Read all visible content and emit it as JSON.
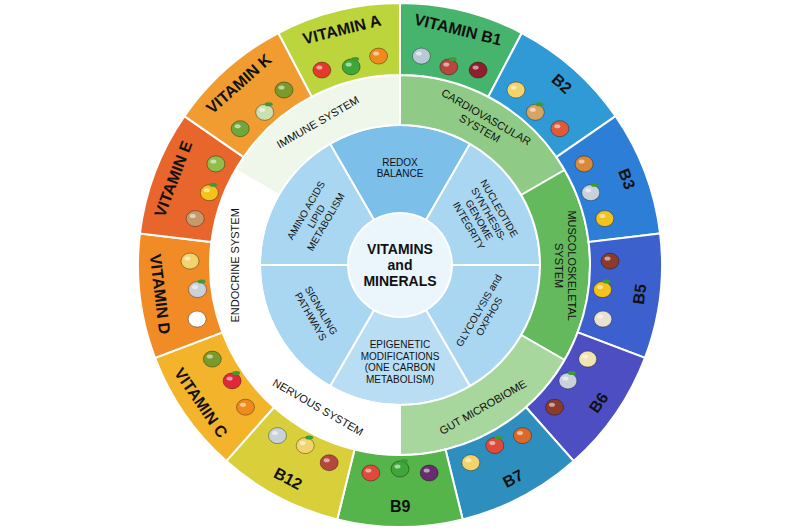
{
  "diagram": {
    "nodes": [
      {
        "text": [
          "VITAMINS and MINERALS"
        ]
      },
      {
        "text": [
          "REDOX BALANCE"
        ]
      },
      {
        "text": [
          "NUCLEOTIDE SYNTHESIS- GENOME INTEGRITY"
        ]
      },
      {
        "text": [
          "GLYCOLYSIS and OXPHOS"
        ]
      },
      {
        "text": [
          "EPIGENETIC MODIFICATIONS (ONE CARBON METABOLISM)"
        ]
      },
      {
        "text": [
          "SIGNALING PATHWAYS"
        ]
      },
      {
        "text": [
          "AMINO ACIDS LIPID METABOLISM"
        ]
      },
      {
        "text": [
          "IMMUNE SYSTEM"
        ]
      },
      {
        "text": [
          "CARDIOVASCULAR SYSTEM"
        ]
      },
      {
        "text": [
          "MUSCOLOSKELETAL SYSTEM"
        ]
      },
      {
        "text": [
          "GUT MICROBIOME"
        ]
      },
      {
        "text": [
          "NERVOUS SYSTEM"
        ]
      },
      {
        "text": [
          "ENDOCRINE SYSTEM"
        ]
      },
      {
        "text": [
          "VITAMIN A"
        ]
      },
      {
        "text": [
          "VITAMIN B1"
        ]
      },
      {
        "text": [
          "B2"
        ]
      },
      {
        "text": [
          "B3"
        ]
      },
      {
        "text": [
          "B5"
        ]
      },
      {
        "text": [
          "B6"
        ]
      },
      {
        "text": [
          "B7"
        ]
      },
      {
        "text": [
          "B9"
        ]
      },
      {
        "text": [
          "B12"
        ]
      },
      {
        "text": [
          "VITAMIN C"
        ]
      },
      {
        "text": [
          "VITAMIN D"
        ]
      },
      {
        "text": [
          "VITAMIN E"
        ]
      },
      {
        "text": [
          "VITAMIN K"
        ]
      }
    ]
  }
}
